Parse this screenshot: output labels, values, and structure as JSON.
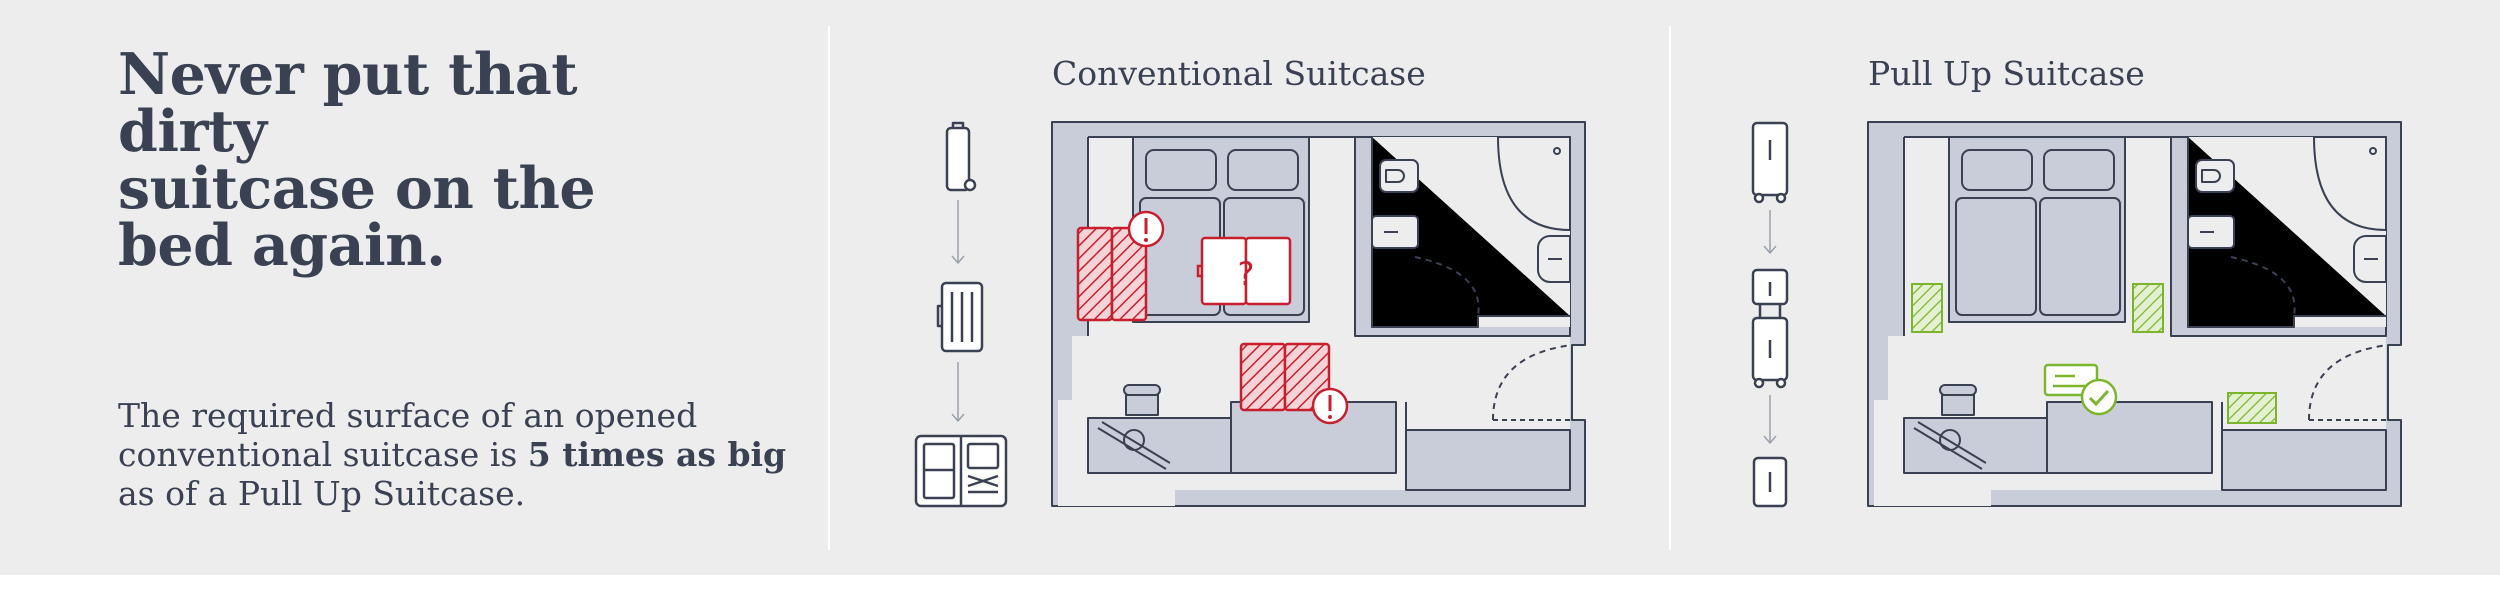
{
  "headline": {
    "line1": "Never put that dirty",
    "line2": "suitcase on the",
    "line3": "bed again."
  },
  "note": {
    "before": "The required surface of an opened conventional suitcase is ",
    "emphasis": "5 times as big",
    "after": " as of a Pull Up Suitcase."
  },
  "panels": [
    {
      "title": "Conventional Suitcase",
      "layout": "rejected",
      "marker_icons": [
        "exclamation-icon",
        "question-icon"
      ]
    },
    {
      "title": "Pull Up Suitcase",
      "layout": "approved",
      "marker_icons": [
        "check-icon"
      ]
    }
  ],
  "colors": {
    "background": "#ededed",
    "room": "#c9cdd9",
    "room_line": "#3a4152",
    "rejected": "#c71f2d",
    "approved": "#7ab52c"
  }
}
